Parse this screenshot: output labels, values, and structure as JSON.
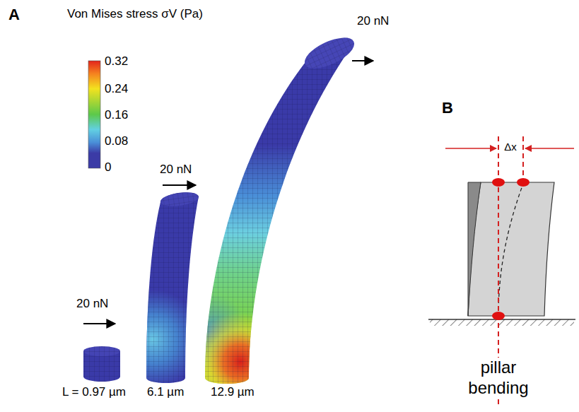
{
  "diagram": {
    "labels": [
      "A",
      "Von Mises stress σV (Pa)",
      "0.32",
      "0.24",
      "0.16",
      "0.08",
      "0",
      "20 nN",
      "20 nN",
      "20 nN",
      "L = 0.97 µm",
      "6.1 µm",
      "12.9 µm",
      "B",
      "Δx",
      "pillar bending"
    ]
  }
}
